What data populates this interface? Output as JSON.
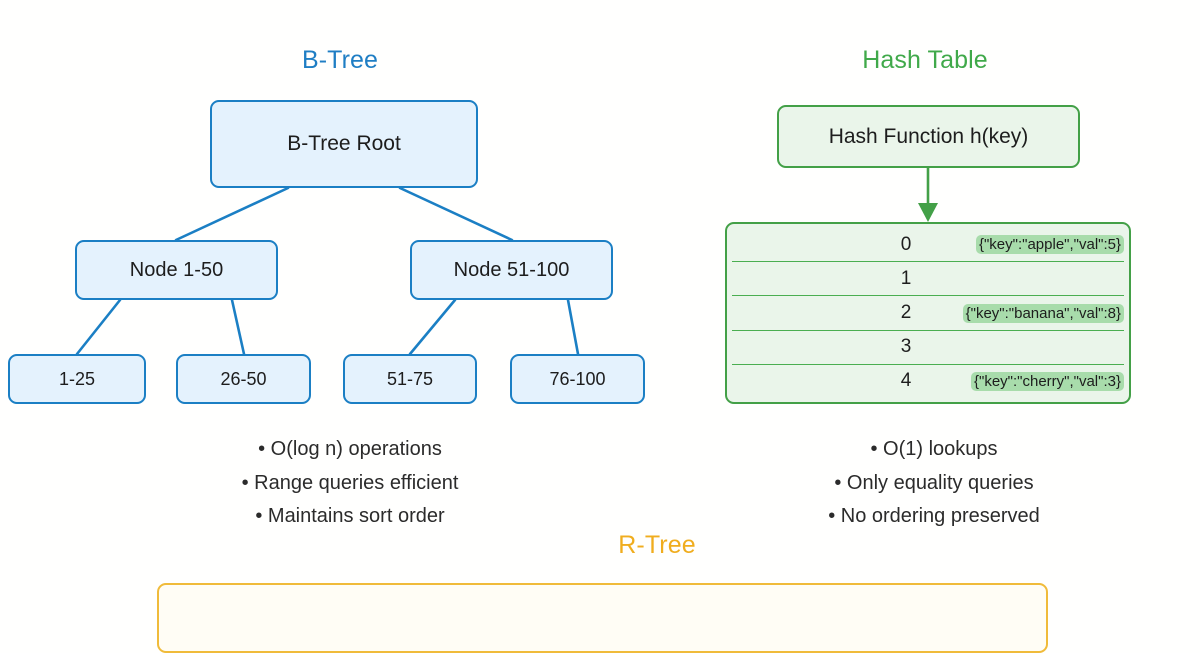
{
  "colors": {
    "btree_accent": "#1f7ec4",
    "btree_border": "#1b7fc4",
    "btree_fill": "#e4f2fd",
    "hash_accent": "#40a94a",
    "hash_border": "#43a047",
    "hash_fill": "#eaf5ea",
    "hash_pill": "#a8dcab",
    "rtree_accent": "#f0ad1e",
    "rtree_border": "#f0bb3a",
    "background": "#fffffe",
    "text": "#1d1d1d"
  },
  "btree": {
    "title": "B-Tree",
    "root": {
      "label": "B-Tree Root"
    },
    "nodes": [
      {
        "label": "Node 1-50"
      },
      {
        "label": "Node 51-100"
      }
    ],
    "leaves": [
      {
        "label": "1-25"
      },
      {
        "label": "26-50"
      },
      {
        "label": "51-75"
      },
      {
        "label": "76-100"
      }
    ],
    "bullets": [
      "• O(log n) operations",
      "• Range queries efficient",
      "• Maintains sort order"
    ]
  },
  "hash": {
    "title": "Hash Table",
    "function_box": {
      "label": "Hash Function h(key)"
    },
    "buckets": [
      {
        "index": "0",
        "value": "{\"key\":\"apple\",\"val\":5}"
      },
      {
        "index": "1",
        "value": ""
      },
      {
        "index": "2",
        "value": "{\"key\":\"banana\",\"val\":8}"
      },
      {
        "index": "3",
        "value": ""
      },
      {
        "index": "4",
        "value": "{\"key\":\"cherry\",\"val\":3}"
      }
    ],
    "bullets": [
      "• O(1) lookups",
      "• Only equality queries",
      "• No ordering preserved"
    ]
  },
  "rtree": {
    "title": "R-Tree"
  }
}
